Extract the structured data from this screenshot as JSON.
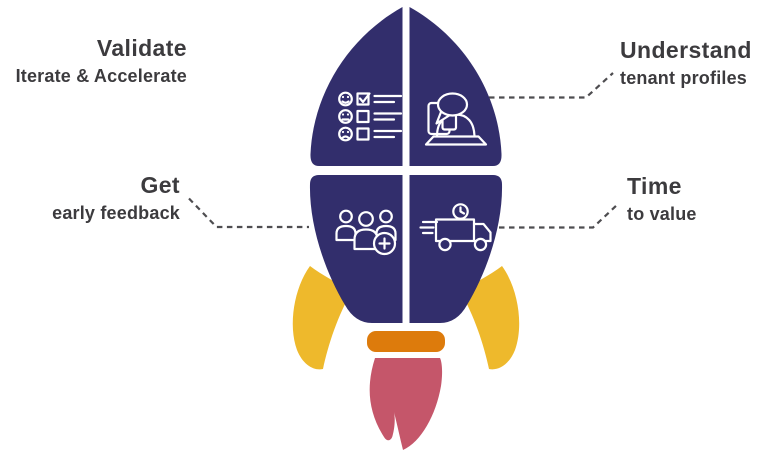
{
  "diagram_title": "Rocket infographic with four benefit quadrants",
  "labels": {
    "validate": {
      "title": "Validate",
      "subtitle": "Iterate & Accelerate"
    },
    "understand": {
      "title": "Understand",
      "subtitle": "tenant profiles"
    },
    "get": {
      "title": "Get",
      "subtitle": "early feedback"
    },
    "time": {
      "title": "Time",
      "subtitle": "to value"
    }
  },
  "icons": {
    "top_left": "survey-rating-icon",
    "top_right": "customer-feedback-thumbs-up-icon",
    "bottom_left": "team-add-user-icon",
    "bottom_right": "delivery-truck-clock-icon"
  },
  "colors": {
    "body_navy": "#322e6c",
    "fin_yellow": "#eeb92c",
    "nozzle_orange": "#dd7b0c",
    "flame_red": "#c5566a",
    "text_dark": "#3c3b3e",
    "connector_gray": "#4e4d50",
    "background": "#ffffff",
    "icon_stroke": "#ffffff"
  }
}
